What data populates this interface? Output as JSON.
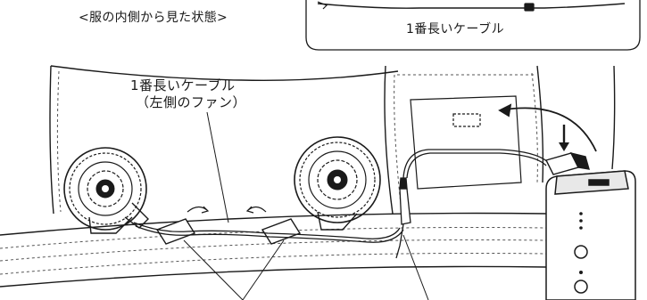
{
  "caption": "<服の内側から見た状態>",
  "inset": {
    "label": "1番長いケーブル"
  },
  "callout": {
    "line1": "1番長いケーブル",
    "line2": "（左側のファン）"
  },
  "colors": {
    "ink": "#1a1a1a",
    "paper": "#ffffff",
    "dash": "#555555"
  }
}
